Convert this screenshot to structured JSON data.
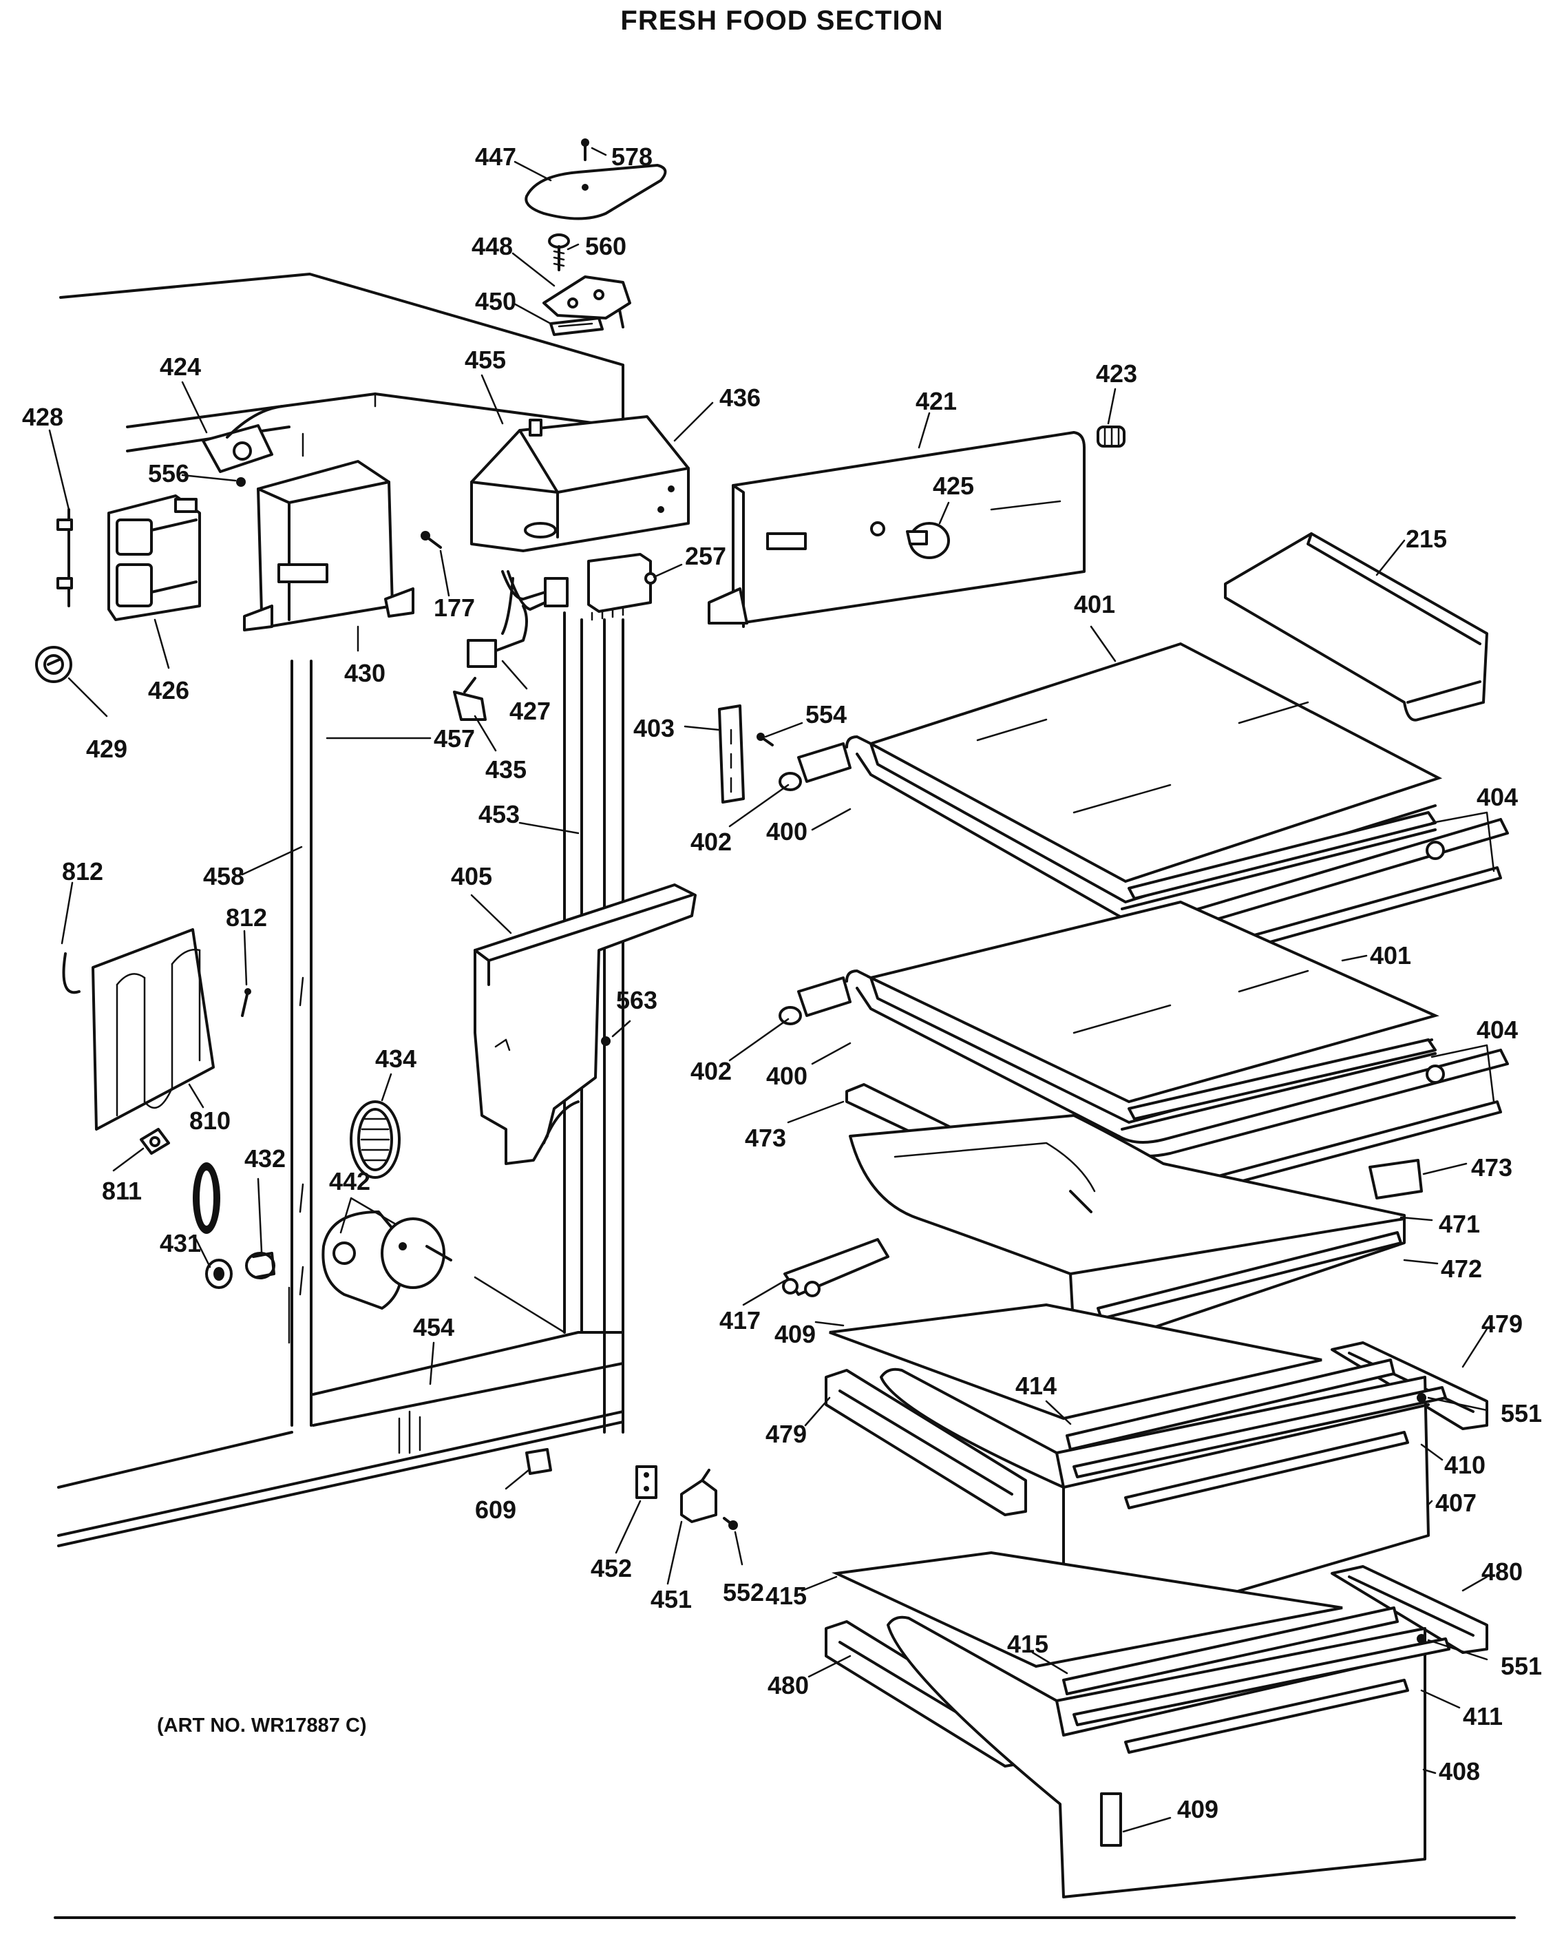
{
  "section_title": "FRESH FOOD SECTION",
  "art_number": "(ART NO. WR17887 C)",
  "part_numbers": [
    "447",
    "578",
    "448",
    "560",
    "450",
    "455",
    "436",
    "421",
    "423",
    "425",
    "424",
    "428",
    "556",
    "426",
    "429",
    "430",
    "177",
    "257",
    "427",
    "435",
    "457",
    "215",
    "401",
    "403",
    "554",
    "402",
    "400",
    "404",
    "453",
    "458",
    "812",
    "405",
    "563",
    "434",
    "810",
    "811",
    "431",
    "432",
    "442",
    "473",
    "471",
    "472",
    "417",
    "409",
    "479",
    "414",
    "551",
    "410",
    "407",
    "454",
    "609",
    "452",
    "451",
    "552",
    "415",
    "480",
    "411",
    "408"
  ]
}
